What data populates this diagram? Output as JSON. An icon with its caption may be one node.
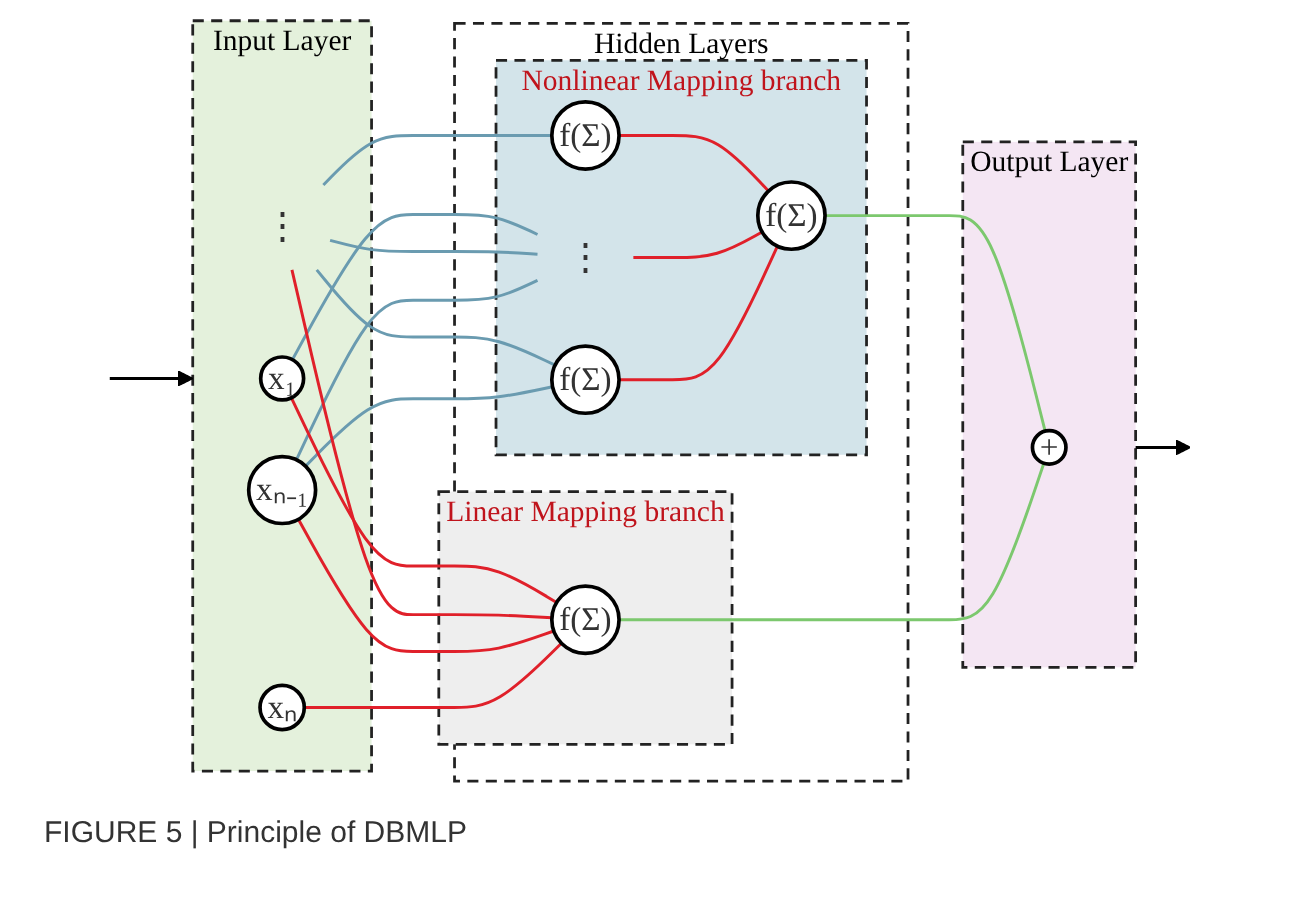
{
  "diagram": {
    "caption": "FIGURE 5 | Principle of DBMLP",
    "nodes": [
      {
        "text": [
          "Input Layer"
        ]
      },
      {
        "text": [
          "x₁"
        ],
        "in": 0
      },
      {
        "text": [
          "⋮"
        ],
        "in": 0
      },
      {
        "text": [
          "xₙ₋₁"
        ],
        "in": 0
      },
      {
        "text": [
          "xₙ"
        ],
        "in": 0
      },
      {
        "text": [
          "Hidden Layers"
        ]
      },
      {
        "text": [
          "Nonlinear Mapping branch"
        ],
        "in": 5
      },
      {
        "text": [
          "f(Σ)"
        ],
        "in": 6
      },
      {
        "text": [
          "⋮"
        ],
        "in": 6
      },
      {
        "text": [
          "f(Σ)"
        ],
        "in": 6
      },
      {
        "text": [
          "f(Σ)"
        ],
        "in": 6
      },
      {
        "text": [
          "Linear Mapping branch"
        ],
        "in": 5
      },
      {
        "text": [
          "f(Σ)"
        ],
        "in": 11
      },
      {
        "text": [
          "Output Layer"
        ]
      },
      {
        "text": [
          "+"
        ],
        "in": 13
      }
    ],
    "edges": [
      {
        "from": null,
        "to": 0,
        "arrow": "to",
        "color": "#000000"
      },
      {
        "from": 1,
        "to": 8,
        "arrow": "none",
        "color": "#6a9bb0"
      },
      {
        "from": 2,
        "to": 7,
        "arrow": "none",
        "color": "#6a9bb0"
      },
      {
        "from": 2,
        "to": 8,
        "arrow": "none",
        "color": "#6a9bb0"
      },
      {
        "from": 2,
        "to": 9,
        "arrow": "none",
        "color": "#6a9bb0"
      },
      {
        "from": 3,
        "to": 8,
        "arrow": "none",
        "color": "#6a9bb0"
      },
      {
        "from": 3,
        "to": 9,
        "arrow": "none",
        "color": "#6a9bb0"
      },
      {
        "from": 1,
        "to": 12,
        "arrow": "none"
      },
      {
        "from": 2,
        "to": 12,
        "arrow": "none"
      },
      {
        "from": 3,
        "to": 12,
        "arrow": "none"
      },
      {
        "from": 4,
        "to": 12,
        "arrow": "none"
      },
      {
        "from": 7,
        "to": 10,
        "arrow": "none"
      },
      {
        "from": 8,
        "to": 10,
        "arrow": "none"
      },
      {
        "from": 9,
        "to": 10,
        "arrow": "none"
      },
      {
        "from": 10,
        "to": 14,
        "arrow": "none",
        "color": "#7cc86e"
      },
      {
        "from": 12,
        "to": 14,
        "arrow": "none",
        "color": "#7cc86e"
      },
      {
        "from": 13,
        "to": null,
        "arrow": "to",
        "color": "#000000"
      }
    ]
  }
}
